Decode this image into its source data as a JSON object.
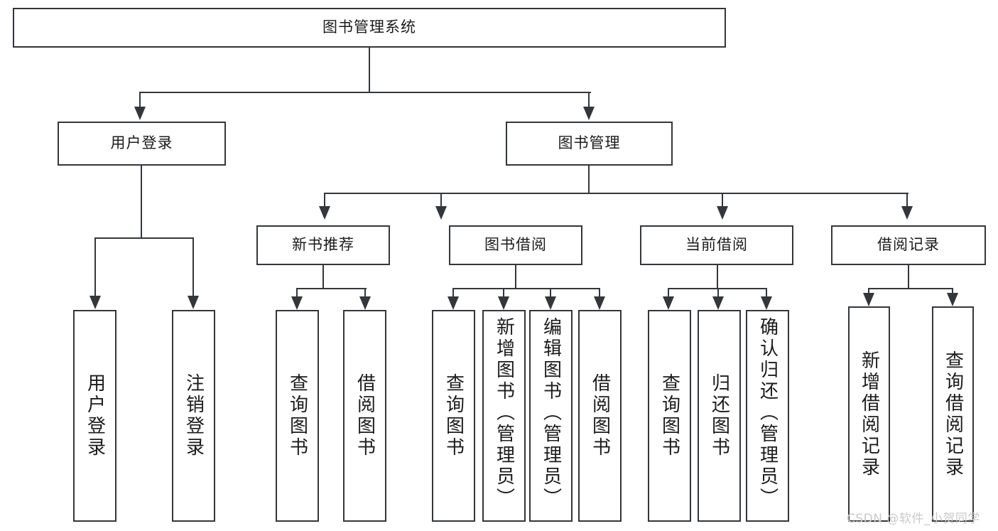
{
  "diagram": {
    "type": "tree-hierarchy",
    "title": "图书管理系统",
    "watermark": "CSDN @软件_小贺同学",
    "colors": {
      "stroke": "#33373b",
      "fill": "#ffffff",
      "text": "#1b1b1b",
      "watermark": "#c9c9c9"
    },
    "levels": {
      "level0": [
        "图书管理系统"
      ],
      "level1": [
        "用户登录",
        "图书管理"
      ],
      "level2": [
        "新书推荐",
        "图书借阅",
        "当前借阅",
        "借阅记录"
      ],
      "level3": [
        "用户登录",
        "注销登录",
        "查询图书",
        "借阅图书",
        "查询图书",
        "新增图书（管理员）",
        "编辑图书（管理员）",
        "借阅图书",
        "查询图书",
        "归还图书",
        "确认归还（管理员）",
        "新增借阅记录",
        "查询借阅记录"
      ]
    },
    "nodes": {
      "root": {
        "label": "图书管理系统"
      },
      "user_login": {
        "label": "用户登录"
      },
      "book_manage": {
        "label": "图书管理"
      },
      "new_book_rec": {
        "label": "新书推荐"
      },
      "book_borrow": {
        "label": "图书借阅"
      },
      "current_borrow": {
        "label": "当前借阅"
      },
      "borrow_record": {
        "label": "借阅记录"
      },
      "leaf_user_login": {
        "label": "用户登录"
      },
      "leaf_logout": {
        "label": "注销登录"
      },
      "leaf_query_book_1": {
        "label": "查询图书"
      },
      "leaf_borrow_book_1": {
        "label": "借阅图书"
      },
      "leaf_query_book_2": {
        "label": "查询图书"
      },
      "leaf_add_book": {
        "label": "新增图书（管理员）"
      },
      "leaf_edit_book": {
        "label": "编辑图书（管理员）"
      },
      "leaf_borrow_book_2": {
        "label": "借阅图书"
      },
      "leaf_query_book_3": {
        "label": "查询图书"
      },
      "leaf_return_book": {
        "label": "归还图书"
      },
      "leaf_confirm_return": {
        "label": "确认归还（管理员）"
      },
      "leaf_add_record": {
        "label": "新增借阅记录"
      },
      "leaf_query_record": {
        "label": "查询借阅记录"
      }
    },
    "edges": [
      {
        "from": "图书管理系统",
        "to": "用户登录"
      },
      {
        "from": "图书管理系统",
        "to": "图书管理"
      },
      {
        "from": "用户登录",
        "to": "用户登录"
      },
      {
        "from": "用户登录",
        "to": "注销登录"
      },
      {
        "from": "图书管理",
        "to": "新书推荐"
      },
      {
        "from": "图书管理",
        "to": "图书借阅"
      },
      {
        "from": "图书管理",
        "to": "当前借阅"
      },
      {
        "from": "图书管理",
        "to": "借阅记录"
      },
      {
        "from": "新书推荐",
        "to": "查询图书"
      },
      {
        "from": "新书推荐",
        "to": "借阅图书"
      },
      {
        "from": "图书借阅",
        "to": "查询图书"
      },
      {
        "from": "图书借阅",
        "to": "新增图书（管理员）"
      },
      {
        "from": "图书借阅",
        "to": "编辑图书（管理员）"
      },
      {
        "from": "图书借阅",
        "to": "借阅图书"
      },
      {
        "from": "当前借阅",
        "to": "查询图书"
      },
      {
        "from": "当前借阅",
        "to": "归还图书"
      },
      {
        "from": "当前借阅",
        "to": "确认归还（管理员）"
      },
      {
        "from": "借阅记录",
        "to": "新增借阅记录"
      },
      {
        "from": "借阅记录",
        "to": "查询借阅记录"
      }
    ]
  }
}
